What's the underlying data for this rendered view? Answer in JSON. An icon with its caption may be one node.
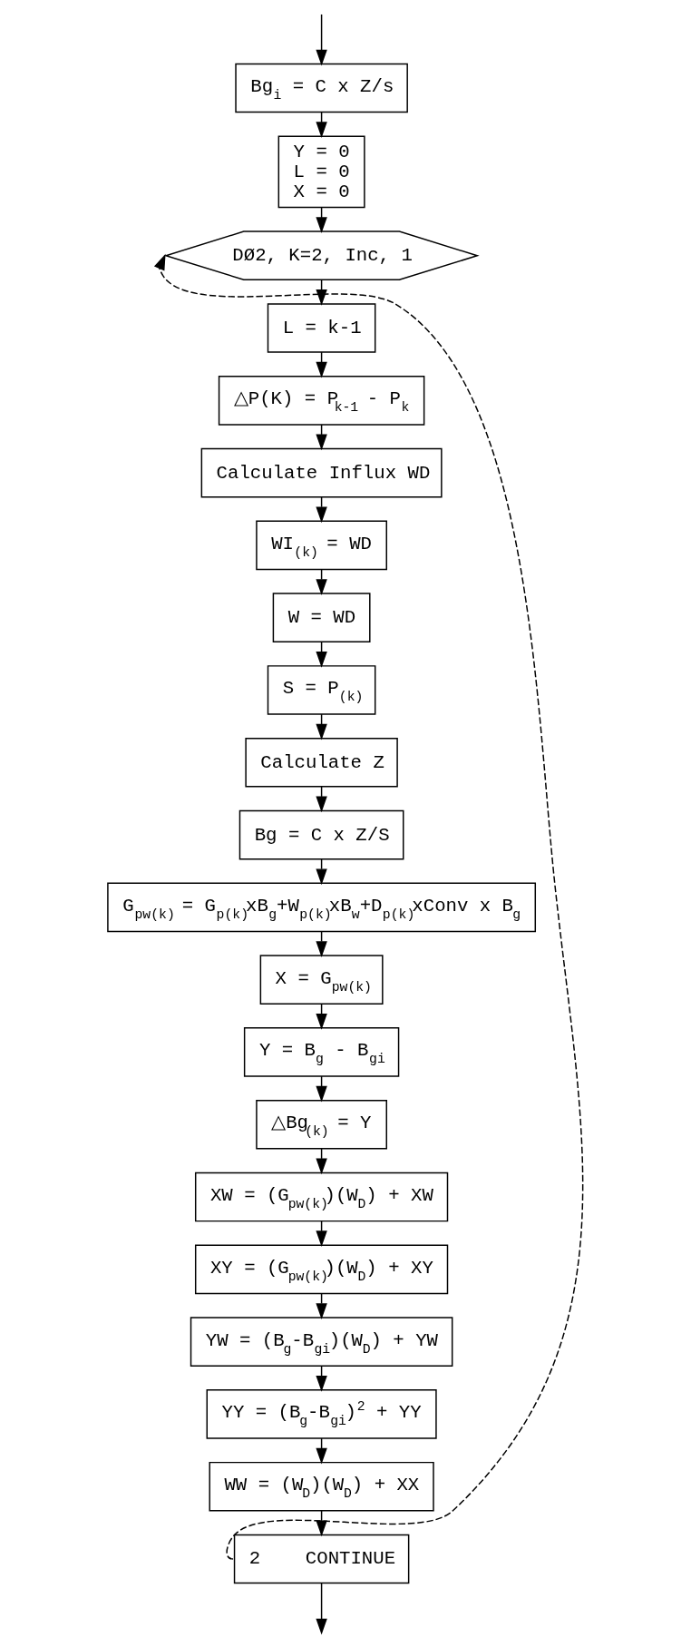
{
  "diagram": {
    "nodes": [
      {
        "text": [
          "Bg$_{i}$ = C x Z/s"
        ]
      },
      {
        "text": [
          "Y = 0",
          "L = 0",
          "X = 0"
        ]
      },
      {
        "text": [
          "DØ2, K=2, Inc, 1"
        ]
      },
      {
        "text": [
          "L = k-1"
        ]
      },
      {
        "text": [
          "△P(K) = P$_{k-1}$ - P$_{k}$"
        ]
      },
      {
        "text": [
          "Calculate Influx WD"
        ]
      },
      {
        "text": [
          "WI$_{(k)}$ = WD"
        ]
      },
      {
        "text": [
          "W = WD"
        ]
      },
      {
        "text": [
          "S = P$_{(k)}$"
        ]
      },
      {
        "text": [
          "Calculate Z"
        ]
      },
      {
        "text": [
          "Bg = C x Z/S"
        ]
      },
      {
        "text": [
          "G$_{pw(k)}$ = G$_{p(k)}$xB$_{g}$+W$_{p(k)}$xB$_{w}$+D$_{p(k)}$xConv x B$_{g}$"
        ]
      },
      {
        "text": [
          "X = G$_{pw(k)}$"
        ]
      },
      {
        "text": [
          "Y = B$_{g}$ - B$_{gi}$"
        ]
      },
      {
        "text": [
          "△Bg$_{(k)}$ = Y"
        ]
      },
      {
        "text": [
          "XW = (G$_{pw(k)}$)(W$_{D}$) + XW"
        ]
      },
      {
        "text": [
          "XY = (G$_{pw(k)}$)(W$_{D}$) + XY"
        ]
      },
      {
        "text": [
          "YW = (B$_{g}$-B$_{gi}$)(W$_{D}$) + YW"
        ]
      },
      {
        "text": [
          "YY = (B$_{g}$-B$_{gi}$)$^{2}$ + YY"
        ]
      },
      {
        "text": [
          "WW = (W$_{D}$)(W$_{D}$) + XX"
        ]
      },
      {
        "text": [
          "2    CONTINUE"
        ]
      }
    ],
    "edges": [
      {
        "from": null,
        "to": 0,
        "arrow": "to"
      },
      {
        "from": 0,
        "to": 1,
        "arrow": "to"
      },
      {
        "from": 1,
        "to": 2,
        "arrow": "to"
      },
      {
        "from": 2,
        "to": 3,
        "arrow": "to"
      },
      {
        "from": 3,
        "to": 4,
        "arrow": "to"
      },
      {
        "from": 4,
        "to": 5,
        "arrow": "to"
      },
      {
        "from": 5,
        "to": 6,
        "arrow": "to"
      },
      {
        "from": 6,
        "to": 7,
        "arrow": "to"
      },
      {
        "from": 7,
        "to": 8,
        "arrow": "to"
      },
      {
        "from": 8,
        "to": 9,
        "arrow": "to"
      },
      {
        "from": 9,
        "to": 10,
        "arrow": "to"
      },
      {
        "from": 10,
        "to": 11,
        "arrow": "to"
      },
      {
        "from": 11,
        "to": 12,
        "arrow": "to"
      },
      {
        "from": 12,
        "to": 13,
        "arrow": "to"
      },
      {
        "from": 13,
        "to": 14,
        "arrow": "to"
      },
      {
        "from": 14,
        "to": 15,
        "arrow": "to"
      },
      {
        "from": 15,
        "to": 16,
        "arrow": "to"
      },
      {
        "from": 16,
        "to": 17,
        "arrow": "to"
      },
      {
        "from": 17,
        "to": 18,
        "arrow": "to"
      },
      {
        "from": 18,
        "to": 19,
        "arrow": "to"
      },
      {
        "from": 19,
        "to": 20,
        "arrow": "to"
      },
      {
        "from": 20,
        "to": 2,
        "arrow": "to",
        "style": "dashed"
      },
      {
        "from": 20,
        "to": null,
        "arrow": "to"
      }
    ]
  }
}
